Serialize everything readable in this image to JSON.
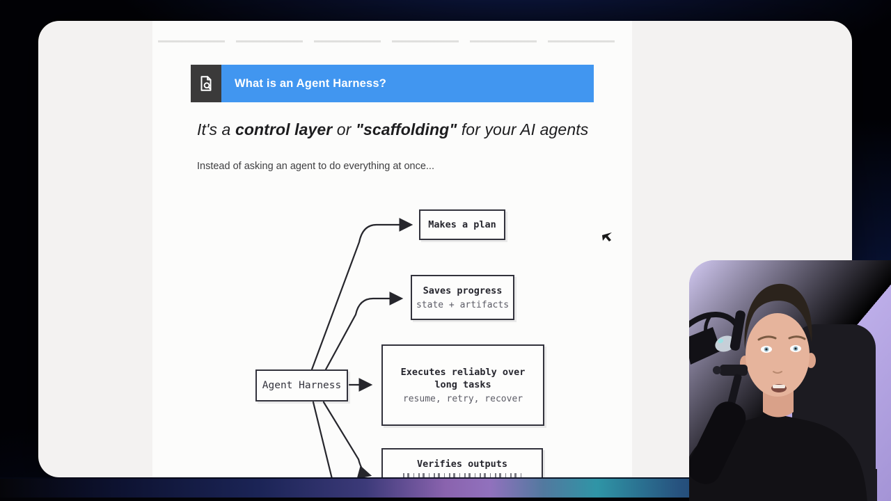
{
  "slide": {
    "banner": {
      "icon": "document-search-icon",
      "title": "What is an Agent Harness?"
    },
    "heading": {
      "part1": "It's a ",
      "bold1": "control layer",
      "part2": " or ",
      "bold2": "\"scaffolding\"",
      "part3": " for your AI agents"
    },
    "subheading": "Instead of asking an agent to do everything at once...",
    "diagram": {
      "root_label": "Agent Harness",
      "nodes": [
        {
          "title": "Makes a plan",
          "subtitle": ""
        },
        {
          "title": "Saves progress",
          "subtitle": "state + artifacts"
        },
        {
          "title": "Executes reliably over long tasks",
          "subtitle": "resume, retry, recover"
        },
        {
          "title": "Verifies outputs",
          "subtitle": ""
        }
      ]
    }
  },
  "webcam": {
    "subject": "presenter speaking into a microphone"
  },
  "colors": {
    "banner_blue": "#4196f0",
    "banner_icon_bg": "#3b3a3a",
    "card_bg": "#f3f2f1",
    "slide_bg": "#fcfcfb",
    "box_border": "#32323c",
    "box_subtitle_gray": "#5c5c66",
    "webcam_background": "#b9abe5"
  }
}
